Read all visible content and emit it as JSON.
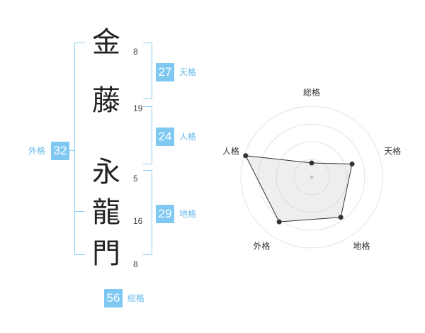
{
  "name": {
    "chars": [
      {
        "char": "金",
        "strokes": "8"
      },
      {
        "char": "藤",
        "strokes": "19"
      },
      {
        "char": "永",
        "strokes": "5"
      },
      {
        "char": "龍",
        "strokes": "16"
      },
      {
        "char": "門",
        "strokes": "8"
      }
    ]
  },
  "kaku": {
    "tenkaku": {
      "value": "27",
      "label": "天格"
    },
    "jinkaku": {
      "value": "24",
      "label": "人格"
    },
    "chikaku": {
      "value": "29",
      "label": "地格"
    },
    "gaikaku": {
      "value": "32",
      "label": "外格"
    },
    "soukaku": {
      "value": "56",
      "label": "総格"
    }
  },
  "colors": {
    "accent": "#7ec8f2",
    "bracket": "#8fcef3",
    "label": "#66b8ea"
  },
  "chart_data": {
    "type": "radar",
    "axes": [
      "総格",
      "天格",
      "地格",
      "外格",
      "人格"
    ],
    "values": [
      0.2,
      0.6,
      0.7,
      0.78,
      0.98
    ],
    "range": [
      0,
      1
    ],
    "rings": 4
  }
}
